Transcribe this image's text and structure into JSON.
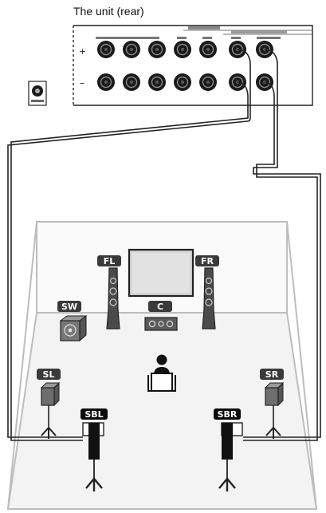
{
  "header": {
    "title": "The unit (rear)"
  },
  "speakers": {
    "fl": "FL",
    "fr": "FR",
    "c": "C",
    "sw": "SW",
    "sl": "SL",
    "sr": "SR",
    "sbl": "SBL",
    "sbr": "SBR"
  },
  "colors": {
    "line": "#222222",
    "room_edge": "#bdbdbd",
    "floor": "#f3f3f3",
    "label_bg": "#3a3a3a",
    "sb_label_bg": "#0a0a0a",
    "tv_screen": "#d6d6d6"
  }
}
